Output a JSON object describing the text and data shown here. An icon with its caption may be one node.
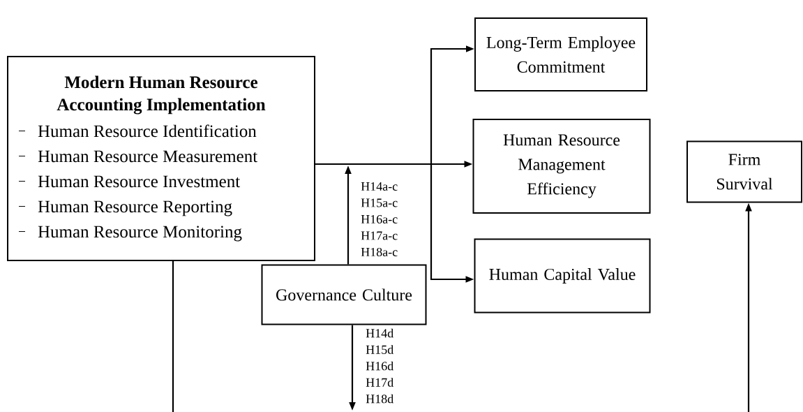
{
  "diagram": {
    "nodes": [
      {
        "text": [
          "Modern Human Resource Accounting Implementation",
          "Human Resource Identification",
          "Human Resource Measurement",
          "Human Resource Investment",
          "Human Resource Reporting",
          "Human Resource Monitoring"
        ]
      },
      {
        "text": [
          "Long-Term Employee Commitment"
        ]
      },
      {
        "text": [
          "Human Resource Management Efficiency"
        ]
      },
      {
        "text": [
          "Human Capital Value"
        ]
      },
      {
        "text": [
          "Governance Culture"
        ]
      },
      {
        "text": [
          "Firm Survival"
        ]
      }
    ],
    "edges": [
      {
        "from": 0,
        "to": 2,
        "arrow": "to"
      },
      {
        "from": 0,
        "to": 1,
        "arrow": "to"
      },
      {
        "from": 0,
        "to": 3,
        "arrow": "to"
      },
      {
        "from": 4,
        "to": null,
        "arrow": "to",
        "label": "H14a-c H15a-c H16a-c H17a-c H18a-c"
      },
      {
        "from": 4,
        "to": null,
        "arrow": "to",
        "label": "H14d H15d H16d H17d H18d"
      },
      {
        "from": 0,
        "to": null,
        "arrow": "none"
      },
      {
        "from": null,
        "to": 5,
        "arrow": "to"
      }
    ]
  }
}
